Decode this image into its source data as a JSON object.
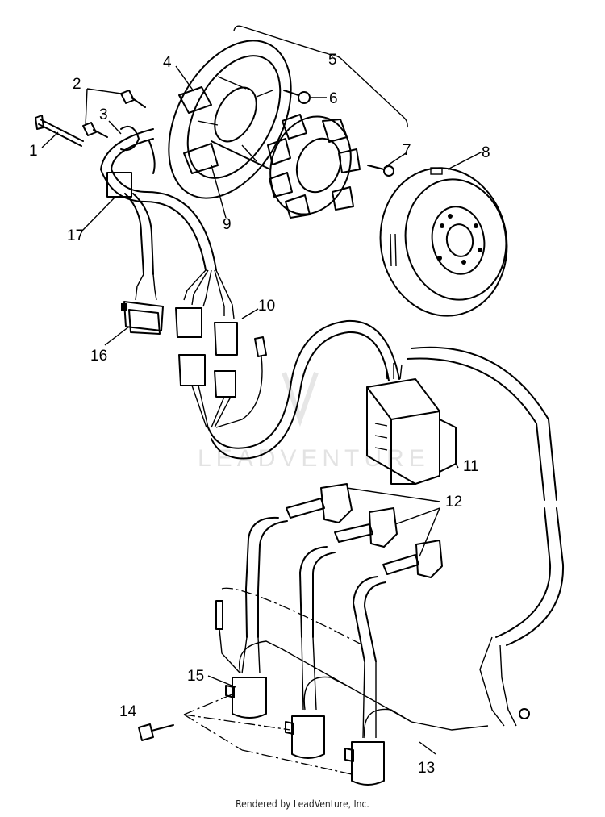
{
  "labels": [
    "1",
    "2",
    "3",
    "4",
    "5",
    "6",
    "7",
    "8",
    "9",
    "10",
    "11",
    "12",
    "13",
    "14",
    "15",
    "16",
    "17"
  ],
  "watermark": "LEADVENTURE",
  "footer": "Rendered by LeadVenture, Inc."
}
